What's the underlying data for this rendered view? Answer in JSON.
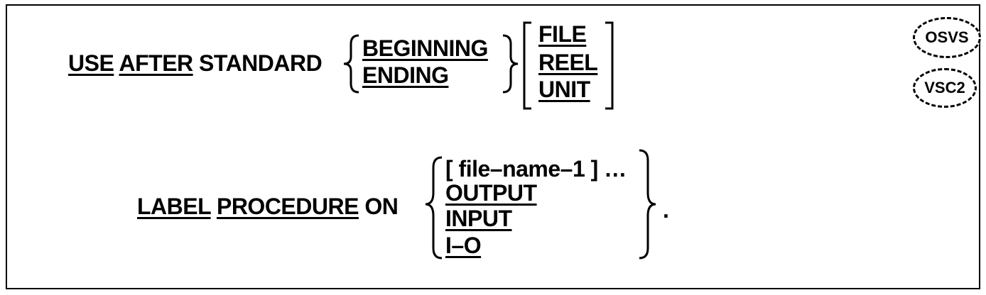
{
  "line1": {
    "use": "USE",
    "after": "AFTER",
    "standard": "STANDARD",
    "choice_a": [
      "BEGINNING",
      "ENDING"
    ],
    "choice_b": [
      "FILE",
      "REEL",
      "UNIT"
    ]
  },
  "line2": {
    "label": "LABEL",
    "procedure": "PROCEDURE",
    "on": "ON",
    "options": [
      "[ file–name–1 ] …",
      "OUTPUT",
      "INPUT",
      "I–O"
    ],
    "period": "."
  },
  "badges": [
    "OSVS",
    "VSC2"
  ]
}
